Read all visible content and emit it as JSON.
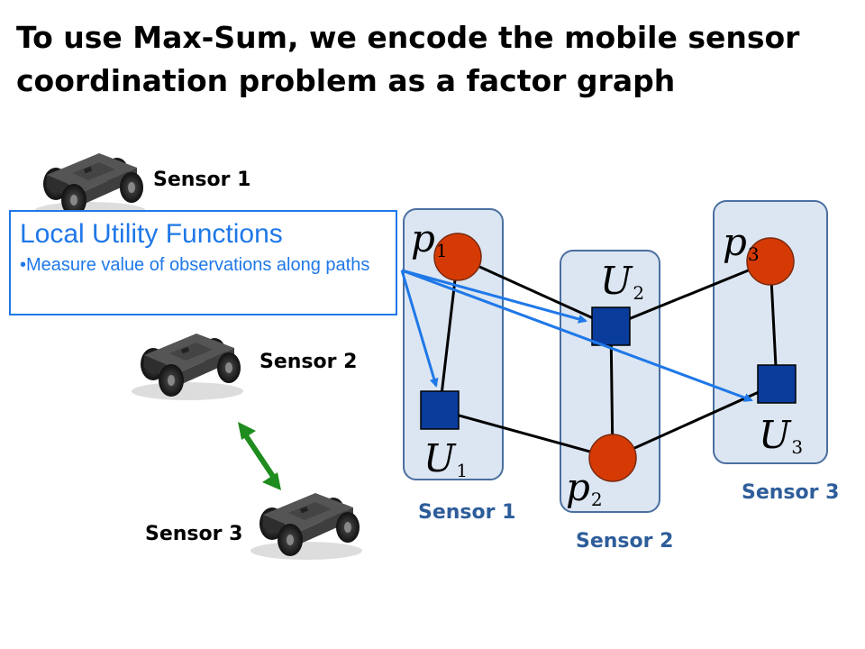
{
  "title": "To use Max-Sum, we encode the mobile sensor coordination problem as a factor graph",
  "robots": [
    {
      "label": "Sensor 1"
    },
    {
      "label": "Sensor 2"
    },
    {
      "label": "Sensor 3"
    }
  ],
  "callout": {
    "title": "Local Utility Functions",
    "bullet": "•Measure value of observations along paths"
  },
  "factor_graph": {
    "groups": [
      {
        "label": "Sensor 1",
        "variable": "p",
        "factor": "U",
        "index": "1"
      },
      {
        "label": "Sensor 2",
        "variable": "p",
        "factor": "U",
        "index": "2"
      },
      {
        "label": "Sensor 3",
        "variable": "p",
        "factor": "U",
        "index": "3"
      }
    ]
  },
  "colors": {
    "group_fill": "#dce6f2",
    "group_border": "#4a6fa0",
    "group_label": "#2e5d9a",
    "variable_node": "#d53a05",
    "factor_node": "#0a3c9c",
    "arrow": "#1f78e8",
    "interaction_arrow": "#1e8c1e",
    "edge": "#000000"
  },
  "icons": [
    "robot-rover-icon",
    "double-arrow-icon"
  ]
}
